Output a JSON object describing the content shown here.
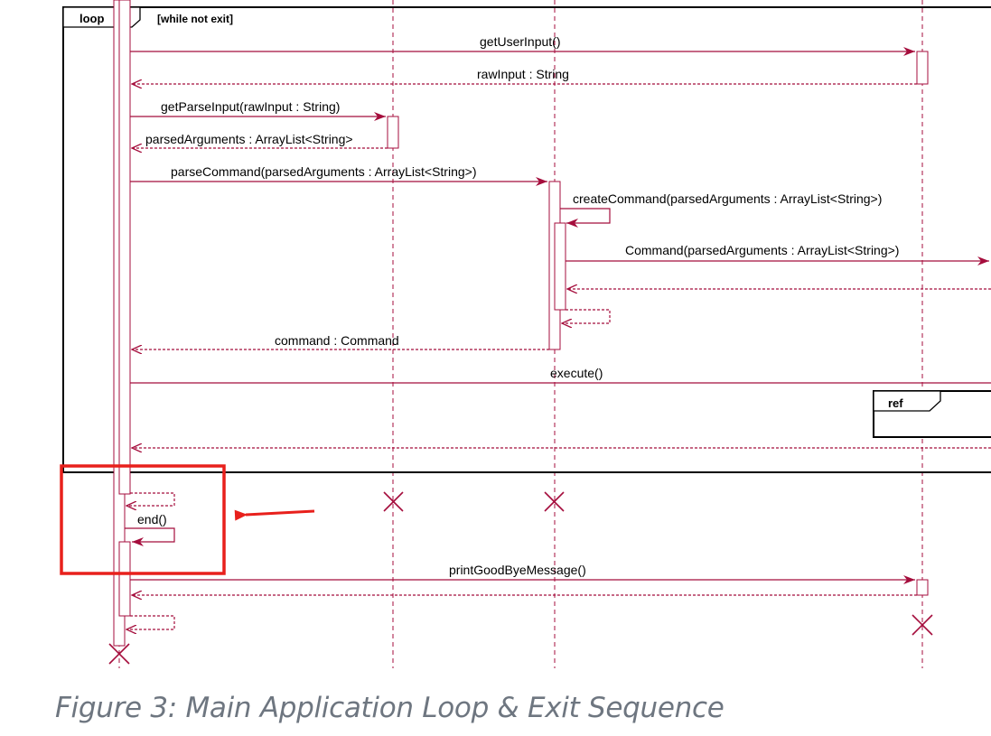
{
  "loop": {
    "label": "loop",
    "guard": "[while not exit]"
  },
  "ref": {
    "label": "ref"
  },
  "messages": {
    "get_user_input": "getUserInput()",
    "raw_input_return": "rawInput : String",
    "get_parse_input": "getParseInput(rawInput : String)",
    "parsed_arguments_return": "parsedArguments : ArrayList<String>",
    "parse_command": "parseCommand(parsedArguments : ArrayList<String>)",
    "create_command": "createCommand(parsedArguments : ArrayList<String>)",
    "command_constructor": "Command(parsedArguments : ArrayList<String>)",
    "command_return": "command : Command",
    "execute": "execute()",
    "end": "end()",
    "print_goodbye": "printGoodByeMessage()"
  },
  "caption": "Figure 3: Main Application Loop & Exit Sequence",
  "colors": {
    "line": "#a50d3c",
    "frame": "#000000",
    "highlight": "#e8201c",
    "caption": "#6e7680"
  }
}
